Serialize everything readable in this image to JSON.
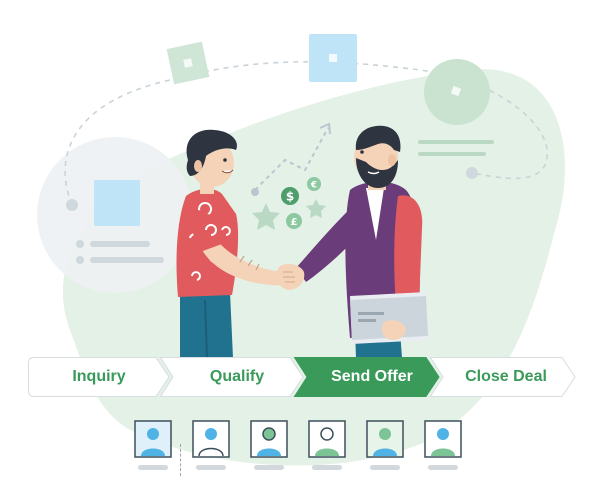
{
  "pipeline": {
    "stages": [
      {
        "label": "Inquiry",
        "active": false
      },
      {
        "label": "Qualify",
        "active": false
      },
      {
        "label": "Send Offer",
        "active": true
      },
      {
        "label": "Close Deal",
        "active": false
      }
    ]
  },
  "colors": {
    "accent_green": "#3a9a5a",
    "stage_text": "#3a9a5a",
    "active_text": "#ffffff",
    "blob": "#e3f1e7",
    "light_blue": "#bfe3f7",
    "red_shirt": "#e15a5d",
    "purple_jacket": "#6b3c7a",
    "teal_pants": "#21728f"
  },
  "icons": {
    "currency": [
      "dollar-coin-icon",
      "euro-coin-icon",
      "pound-coin-icon"
    ],
    "decor": [
      "star-icon",
      "trend-arrow-icon",
      "document-icon"
    ]
  },
  "avatars": [
    {
      "variant": "blue",
      "selected": false
    },
    {
      "variant": "outline",
      "selected": false
    },
    {
      "variant": "green-head",
      "selected": false
    },
    {
      "variant": "outline-green",
      "selected": false
    },
    {
      "variant": "green",
      "selected": false
    },
    {
      "variant": "blue-green",
      "selected": false
    }
  ]
}
